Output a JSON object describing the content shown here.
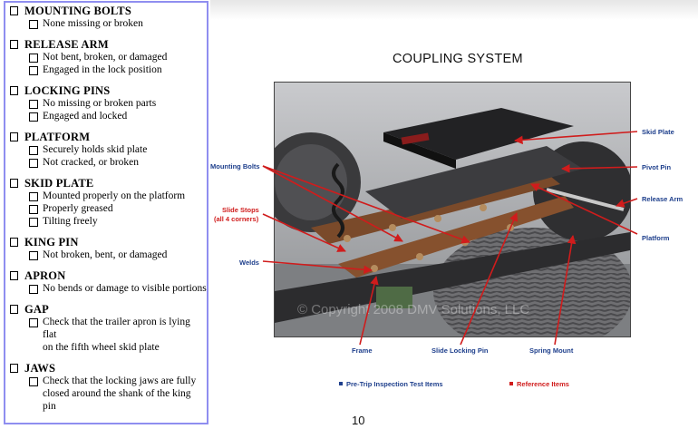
{
  "checklist": [
    {
      "heading": "MOUNTING BOLTS",
      "items": [
        "None missing or broken"
      ]
    },
    {
      "heading": "RELEASE ARM",
      "items": [
        "Not bent, broken, or damaged",
        "Engaged in the lock position"
      ]
    },
    {
      "heading": "LOCKING PINS",
      "items": [
        "No missing or broken parts",
        "Engaged and locked"
      ]
    },
    {
      "heading": "PLATFORM",
      "items": [
        "Securely holds skid plate",
        "Not cracked, or broken"
      ]
    },
    {
      "heading": "SKID PLATE",
      "items": [
        "Mounted properly on the platform",
        "Properly greased",
        "Tilting freely"
      ]
    },
    {
      "heading": "KING PIN",
      "items": [
        "Not broken, bent, or damaged"
      ]
    },
    {
      "heading": "APRON",
      "items": [
        "No bends or damage to visible portions"
      ]
    },
    {
      "heading": "GAP",
      "items": [
        "Check that the trailer apron is lying flat\non the fifth wheel skid plate"
      ]
    },
    {
      "heading": "JAWS",
      "items": [
        "Check that the locking jaws are fully\nclosed around the shank of the king pin"
      ]
    }
  ],
  "slide": {
    "title": "COUPLING SYSTEM",
    "watermark": "© Copyright 2008 DMV Solutions, LLC",
    "labels": {
      "skid_plate": "Skid Plate",
      "pivot_pin": "Pivot Pin",
      "release_arm": "Release Arm",
      "platform": "Platform",
      "mounting_bolts": "Mounting Bolts",
      "slide_stops_1": "Slide Stops",
      "slide_stops_2": "(all 4 corners)",
      "welds": "Welds",
      "frame": "Frame",
      "slide_locking_pin": "Slide Locking Pin",
      "spring_mount": "Spring Mount"
    },
    "legend": {
      "pretrip": "Pre-Trip Inspection Test Items",
      "reference": "Reference Items"
    },
    "colors": {
      "pretrip": "#1e3f8c",
      "reference": "#d01c1c",
      "arrow": "#d01c1c"
    }
  },
  "page_number": "10"
}
